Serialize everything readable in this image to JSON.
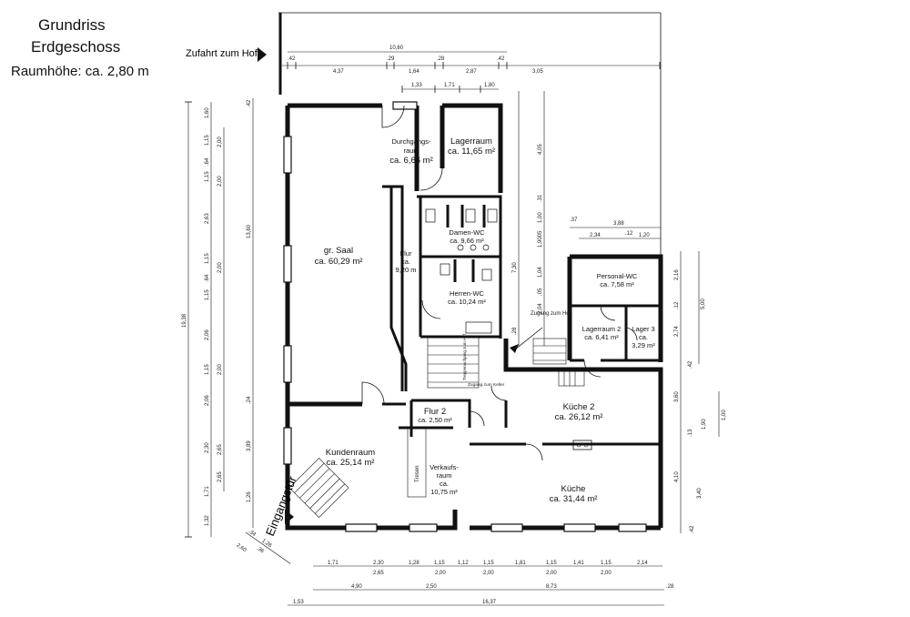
{
  "header": {
    "title_line1": "Grundriss",
    "title_line2": "Erdgeschoss",
    "room_height": "Raumhöhe: ca. 2,80 m"
  },
  "labels": {
    "access_yard": "Zufahrt zum Hof",
    "entrance": "Eingangstür",
    "access_yard_inner": "Zugang zum Hof",
    "access_cellar": "Zugang zum Keller",
    "stairs_up": "Treppenaufgang zum Hof",
    "counter": "Tresen"
  },
  "rooms": [
    {
      "name": "Durchgangs-",
      "name2": "raum",
      "area": "ca. 6,66 m²"
    },
    {
      "name": "Lagerraum",
      "area": "ca. 11,65 m²"
    },
    {
      "name": "gr. Saal",
      "area": "ca. 60,29 m²"
    },
    {
      "name": "Damen-WC",
      "area": "ca. 9,66 m²"
    },
    {
      "name": "Flur",
      "name2": "ca.",
      "area": "9,20 m"
    },
    {
      "name": "Herren-WC",
      "area": "ca. 10,24 m²"
    },
    {
      "name": "Personal-WC",
      "area": "ca. 7,58 m²"
    },
    {
      "name": "Lagerraum 2",
      "area": "ca. 6,41 m²"
    },
    {
      "name": "Lager 3",
      "name2": "ca.",
      "area": "3,29 m²"
    },
    {
      "name": "Flur 2",
      "area": "ca. 2,50 m²"
    },
    {
      "name": "Küche 2",
      "area": "ca. 26,12 m²"
    },
    {
      "name": "Kundenraum",
      "area": "ca. 25,14 m²"
    },
    {
      "name": "Verkaufs-",
      "name2": "raum",
      "name3": "ca.",
      "area": "10,75 m²"
    },
    {
      "name": "Küche",
      "area": "ca. 31,44 m²"
    }
  ],
  "dimensions": {
    "top_total": "10,60",
    "top_row": [
      ".42",
      "4,37",
      ".29",
      "1,64",
      ".28",
      "2,87",
      ".42",
      "3,05"
    ],
    "top_row2": [
      "1,33",
      "1,71",
      "1,80"
    ],
    "right_block": [
      "3,88",
      ".37",
      "2,34",
      ".12",
      "1,20"
    ],
    "left_total": "19,38",
    "left_col1": [
      "1,60",
      "1,15",
      ".64",
      "1,15",
      "2,63",
      "1,15",
      ".64",
      "1,15",
      "2,06",
      "1,15",
      "2,06",
      "2,30",
      "1,71",
      "1,32"
    ],
    "left_col2": [
      "2,00",
      "2,00",
      "2,00",
      "2,00",
      "2,65",
      "2,65"
    ],
    "left_col3": [
      ".42",
      "13,60",
      ".24",
      "3,89",
      "1,26"
    ],
    "mid_vertical": [
      "4,05",
      ".31",
      "1,00",
      ".05",
      "1,90",
      "7,30",
      "1,04",
      "2,04",
      ".05",
      ".28"
    ],
    "right_vertical": [
      "2,16",
      ".12",
      "2,74",
      "5,00",
      ".42",
      "3,60",
      "1,90",
      "1,00",
      ".13",
      "4,10",
      "3,40",
      ".42"
    ],
    "bottom_row1": [
      "1,71",
      "2,30",
      "1,28",
      "1,15",
      "1,12",
      "1,15",
      "1,81",
      "1,15",
      "1,41",
      "1,15",
      "2,14"
    ],
    "bottom_row1b": [
      "2,65",
      "2,00",
      "2,00",
      "2,00",
      "2,00"
    ],
    "bottom_row2": [
      "4,90",
      "2,50",
      "8,73",
      ".28"
    ],
    "bottom_row3": [
      "1,53",
      "16,37"
    ],
    "diag": [
      ".34",
      "1,26",
      ".36",
      "2,60"
    ]
  }
}
